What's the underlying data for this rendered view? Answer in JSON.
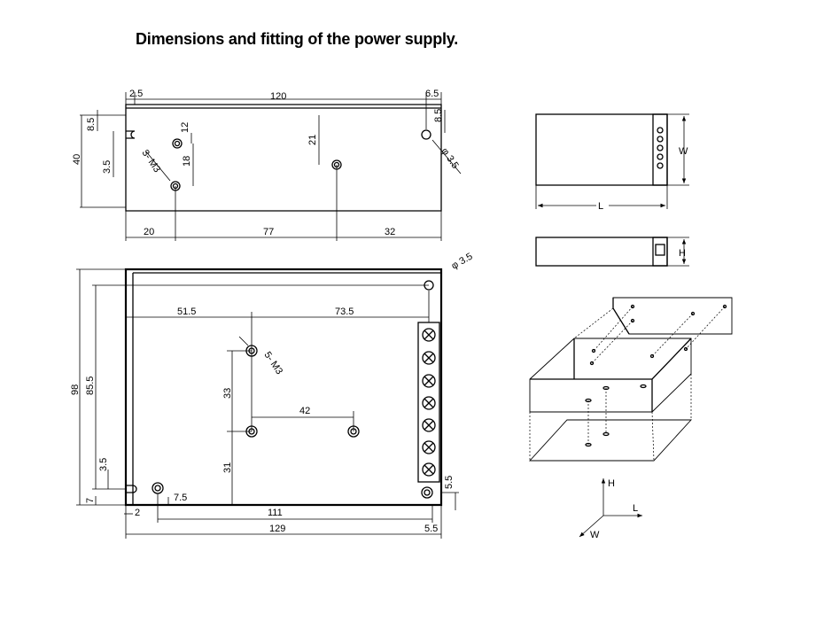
{
  "title": "Dimensions and fitting of the power supply.",
  "top_view": {
    "width_120": "120",
    "left_2_5": "2.5",
    "right_6_5": "6.5",
    "left_8_5": "8.5",
    "right_8_5": "8.5",
    "height_40": "40",
    "slot_3_5": "3.5",
    "dim_12": "12",
    "dim_18": "18",
    "dim_21": "21",
    "screw_label": "3- M3",
    "hole_label": "φ 3.5",
    "bottom_20": "20",
    "bottom_77": "77",
    "bottom_32": "32"
  },
  "bottom_view": {
    "hole_label": "φ 3.5",
    "dim_51_5": "51.5",
    "dim_73_5": "73.5",
    "screw_label": "5- M3",
    "dim_98": "98",
    "dim_85_5": "85.5",
    "dim_3_5": "3.5",
    "dim_7": "7",
    "dim_33": "33",
    "dim_31": "31",
    "dim_42": "42",
    "dim_7_5": "7.5",
    "dim_2": "2",
    "dim_111": "111",
    "dim_129": "129",
    "dim_5_5_right": "5.5",
    "dim_5_5_bottom": "5.5"
  },
  "side_views": {
    "w_label": "W",
    "l_label": "L",
    "h_label": "H"
  },
  "axes": {
    "h": "H",
    "l": "L",
    "w": "W"
  },
  "colors": {
    "line": "#000000",
    "background": "#ffffff"
  }
}
